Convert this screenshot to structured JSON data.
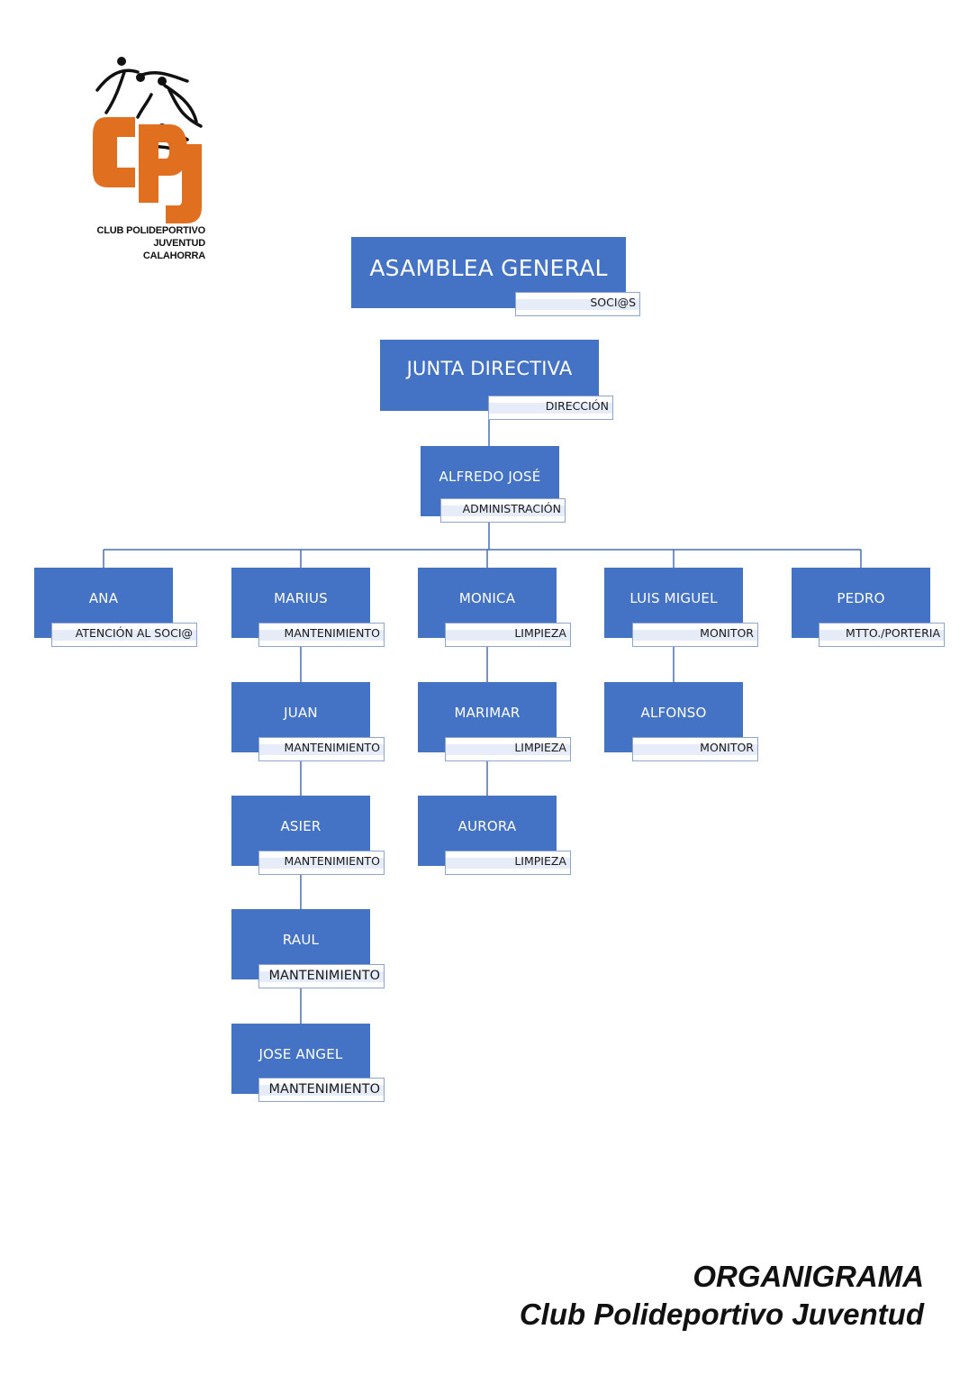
{
  "logo": {
    "letters": "CPJ",
    "line1": "CLUB POLIDEPORTIVO",
    "line2": "JUVENTUD",
    "line3": "CALAHORRA",
    "colors": {
      "orange": "#e07020",
      "black": "#111111"
    }
  },
  "colors": {
    "node": "#4472c4",
    "line": "#4a6fae",
    "role_border": "#8ea4cf"
  },
  "nodes": {
    "asamblea": {
      "name": "ASAMBLEA GENERAL",
      "role": "SOCI@S"
    },
    "junta": {
      "name": "JUNTA DIRECTIVA",
      "role": "DIRECCIÓN"
    },
    "alfredo": {
      "name": "ALFREDO JOSÉ",
      "role": "ADMINISTRACIÓN"
    },
    "ana": {
      "name": "ANA",
      "role": "ATENCIÓN AL SOCI@"
    },
    "marius": {
      "name": "MARIUS",
      "role": "MANTENIMIENTO"
    },
    "monica": {
      "name": "MONICA",
      "role": "LIMPIEZA"
    },
    "luis_miguel": {
      "name": "LUIS MIGUEL",
      "role": "MONITOR"
    },
    "pedro": {
      "name": "PEDRO",
      "role": "MTTO./PORTERIA"
    },
    "juan": {
      "name": "JUAN",
      "role": "MANTENIMIENTO"
    },
    "marimar": {
      "name": "MARIMAR",
      "role": "LIMPIEZA"
    },
    "alfonso": {
      "name": "ALFONSO",
      "role": "MONITOR"
    },
    "asier": {
      "name": "ASIER",
      "role": "MANTENIMIENTO"
    },
    "aurora": {
      "name": "AURORA",
      "role": "LIMPIEZA"
    },
    "raul": {
      "name": "RAUL",
      "role": "MANTENIMIENTO"
    },
    "jose_angel": {
      "name": "JOSE ANGEL",
      "role": "MANTENIMIENTO"
    }
  },
  "footer": {
    "title": "ORGANIGRAMA",
    "subtitle": "Club Polideportivo Juventud"
  }
}
